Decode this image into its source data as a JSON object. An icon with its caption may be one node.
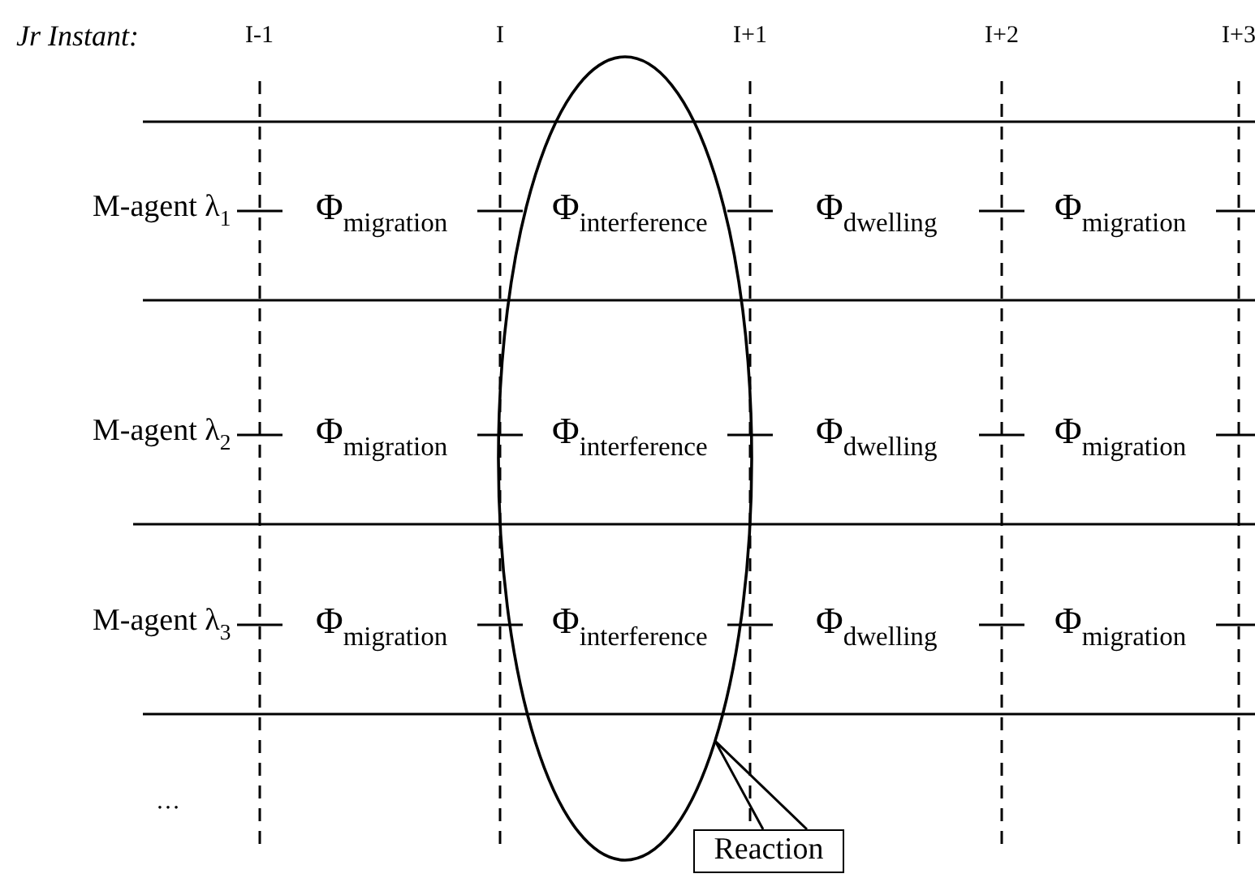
{
  "diagram": {
    "nodes": [
      {
        "text": [],
        "shape": "ellipse"
      },
      {
        "text": [
          "Reaction"
        ]
      }
    ],
    "edges": [
      {
        "from": 1,
        "to": 0,
        "arrow": "none"
      }
    ],
    "labels": [
      "Jr Instant:",
      "I-1",
      "I",
      "I+1",
      "I+2",
      "I+3",
      "M-agent λ$_{1}$",
      "Φ$_{migration}$",
      "Φ$_{interference}$",
      "Φ$_{dwelling}$",
      "Φ$_{migration}$",
      "M-agent λ$_{2}$",
      "Φ$_{migration}$",
      "Φ$_{interference}$",
      "Φ$_{dwelling}$",
      "Φ$_{migration}$",
      "M-agent λ$_{3}$",
      "Φ$_{migration}$",
      "Φ$_{interference}$",
      "Φ$_{dwelling}$",
      "Φ$_{migration}$",
      "…"
    ]
  }
}
